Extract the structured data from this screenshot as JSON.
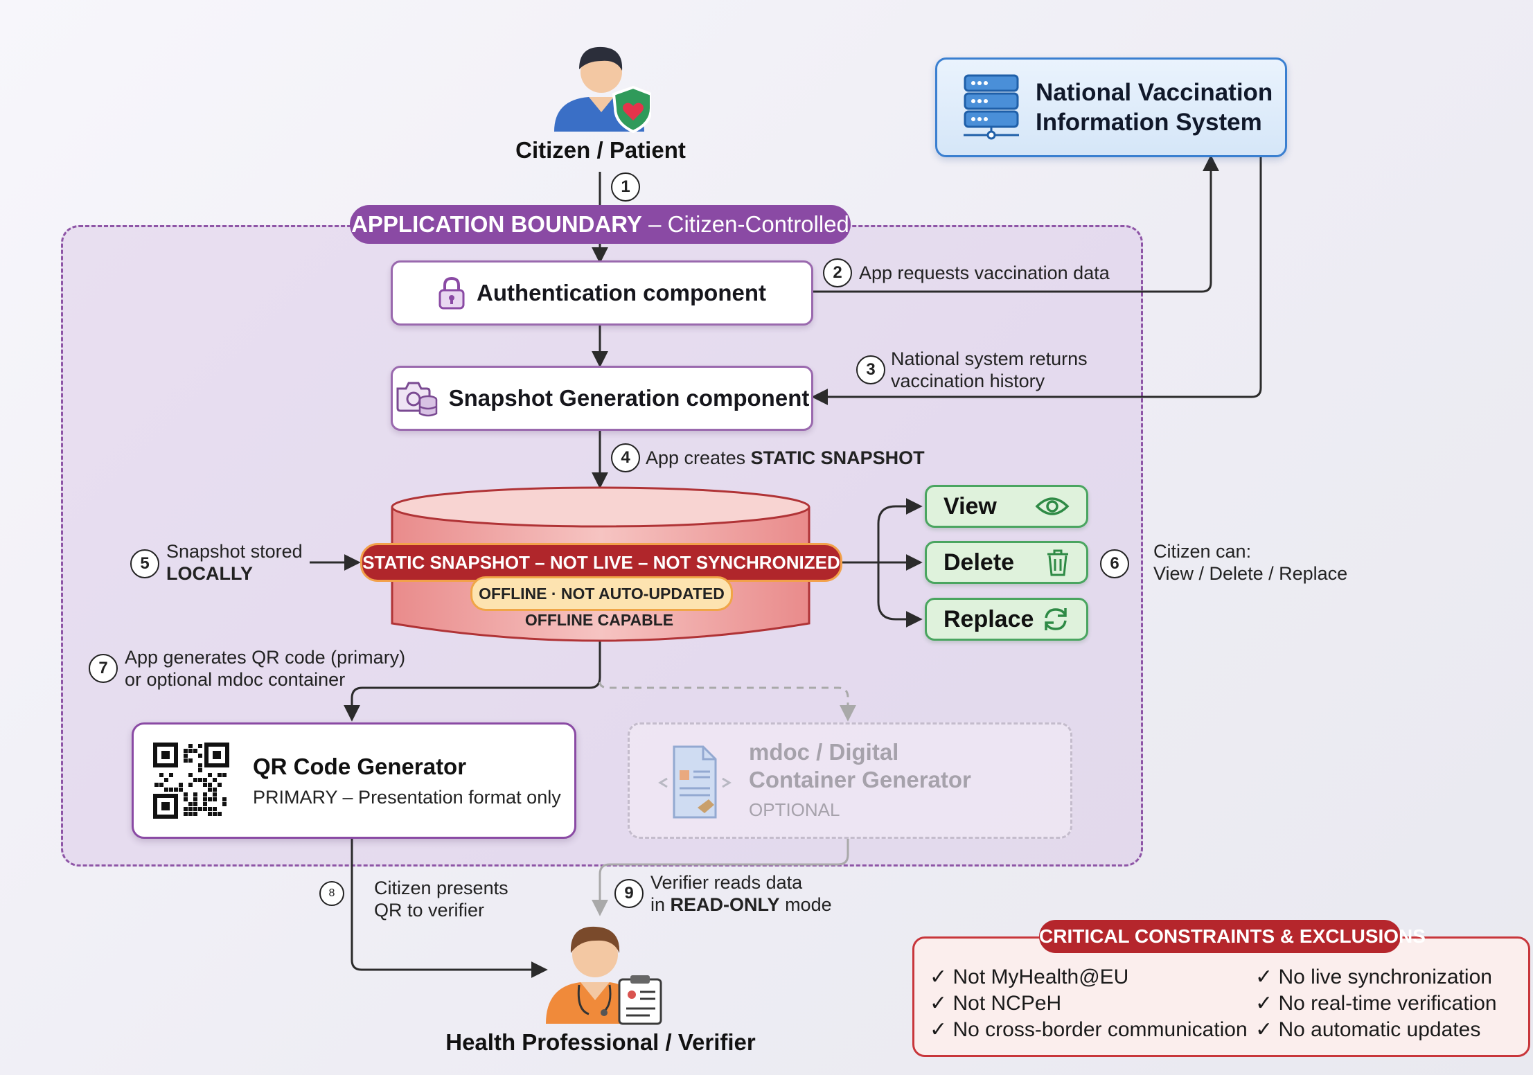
{
  "actors": {
    "citizen": "Citizen / Patient",
    "verifier": "Health Professional / Verifier"
  },
  "national_system": {
    "line1": "National Vaccination",
    "line2": "Information System"
  },
  "boundary": {
    "title": "APPLICATION BOUNDARY",
    "dash": " – ",
    "subtitle": "Citizen-Controlled"
  },
  "components": {
    "auth": "Authentication component",
    "snapshot_gen": "Snapshot Generation component"
  },
  "steps": {
    "s1": "1",
    "s2": {
      "num": "2",
      "text": "App requests vaccination data"
    },
    "s3": {
      "num": "3",
      "line1": "National system returns",
      "line2": "vaccination history"
    },
    "s4": {
      "num": "4",
      "prefix": "App creates ",
      "strong": "STATIC SNAPSHOT"
    },
    "s5": {
      "num": "5",
      "line1": "Snapshot stored",
      "line2": "LOCALLY"
    },
    "s6": {
      "num": "6",
      "line1": "Citizen can:",
      "line2": "View / Delete / Replace"
    },
    "s7": {
      "num": "7",
      "line1": "App generates QR code (primary)",
      "line2": "or optional mdoc container"
    },
    "s8": {
      "num": "8",
      "line1": "Citizen presents",
      "line2": "QR to verifier"
    },
    "s9": {
      "num": "9",
      "line1": "Verifier reads data",
      "line2_prefix": "in ",
      "line2_strong": "READ-ONLY",
      "line2_suffix": " mode"
    }
  },
  "snapshot_store": {
    "banner": "STATIC SNAPSHOT – NOT LIVE – NOT SYNCHRONIZED",
    "sub_banner": "OFFLINE · NOT AUTO-UPDATED",
    "capability": "OFFLINE CAPABLE"
  },
  "actions": [
    "View",
    "Delete",
    "Replace"
  ],
  "qr_generator": {
    "title": "QR Code Generator",
    "subtitle": "PRIMARY – Presentation format only"
  },
  "mdoc_generator": {
    "line1": "mdoc / Digital",
    "line2": "Container Generator",
    "tag": "OPTIONAL"
  },
  "constraints": {
    "title": "CRITICAL CONSTRAINTS & EXCLUSIONS",
    "left": [
      "✓ Not MyHealth@EU",
      "✓ Not NCPeH",
      "✓ No cross-border communication"
    ],
    "right": [
      "✓ No live synchronization",
      "✓ No real-time verification",
      "✓ No automatic updates"
    ]
  },
  "colors": {
    "boundary": "#8a4aa4",
    "national_system": "#3a7fd0",
    "snapshot_red": "#b0262b",
    "action_green": "#4aa560",
    "constraints_red": "#b5262c"
  },
  "icons": {
    "citizen": "person-with-heart-shield",
    "national_system": "server-network-icon",
    "auth": "padlock-icon",
    "snapshot_gen": "camera-database-icon",
    "view": "eye-icon",
    "delete": "trash-icon",
    "replace": "refresh-icon",
    "qr": "qr-code-icon",
    "mdoc": "document-container-icon",
    "verifier": "health-professional-clipboard"
  }
}
